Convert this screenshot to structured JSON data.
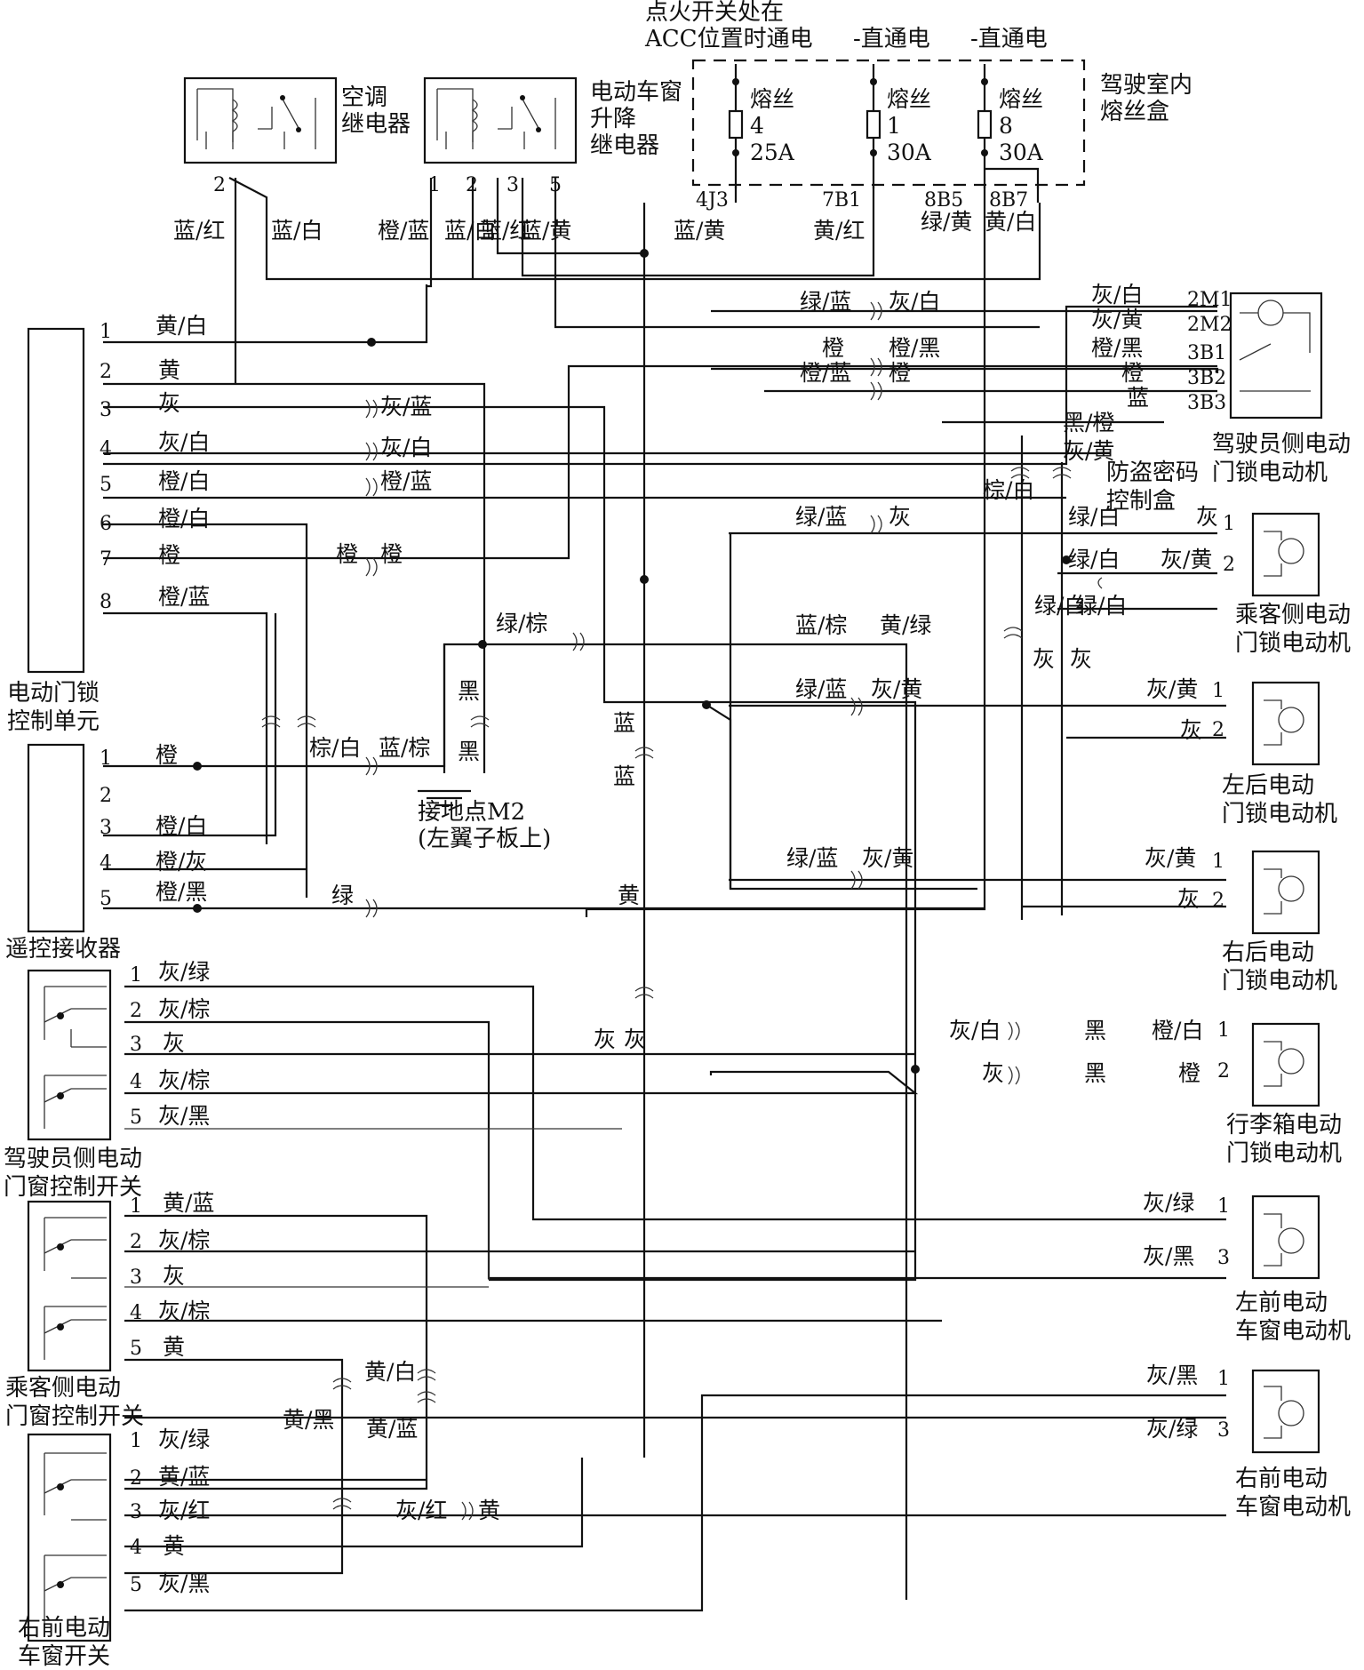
{
  "components": {
    "ac_relay": "空调\n继电器",
    "window_relay": "电动车窗\n升降\n继电器",
    "fusebox": "驾驶室内\n熔丝盒",
    "acc_power": "点火开关处在\nACC位置时通电",
    "direct1": "直通电",
    "direct2": "直通电",
    "lock_ecu": "电动门锁\n控制单元",
    "remote_rx": "遥控接收器",
    "ground": "接地点M2\n(左翼子板上)",
    "driver_lock_motor": "驾驶员侧电动\n门锁电动机",
    "antitheft": "防盗密码\n控制盒",
    "passenger_lock_motor": "乘客侧电动\n门锁电动机",
    "rl_lock_motor": "左后电动\n门锁电动机",
    "rr_lock_motor": "右后电动\n门锁电动机",
    "trunk_lock_motor": "行李箱电动\n门锁电动机",
    "lf_window_motor": "左前电动\n车窗电动机",
    "rf_window_motor": "右前电动\n车窗电动机",
    "driver_window_switch": "驾驶员侧电动\n门窗控制开关",
    "passenger_window_switch": "乘客侧电动\n门窗控制开关",
    "rf_window_switch": "右前电动\n车窗开关"
  },
  "fuses": [
    {
      "name": "熔丝",
      "num": "4",
      "rating": "25A"
    },
    {
      "name": "熔丝",
      "num": "1",
      "rating": "30A"
    },
    {
      "name": "熔丝",
      "num": "8",
      "rating": "30A"
    }
  ],
  "fuse_terminals": [
    "4J3",
    "7B1",
    "8B5",
    "8B7"
  ],
  "relay_pins": {
    "ac": [
      "2"
    ],
    "window": [
      "1",
      "2",
      "3",
      "5"
    ]
  },
  "ecu_pins": [
    "1",
    "2",
    "3",
    "4",
    "5",
    "6",
    "7",
    "8"
  ],
  "remote_pins": [
    "1",
    "2",
    "3",
    "4",
    "5"
  ],
  "switch_pins": [
    "1",
    "2",
    "3",
    "4",
    "5"
  ],
  "motor_pins": {
    "driver_lock": [
      "2M1",
      "2M2",
      "3B1",
      "3B2",
      "3B3"
    ],
    "passenger_lock": [
      "1",
      "2"
    ],
    "rl_lock": [
      "1",
      "2"
    ],
    "rr_lock": [
      "1",
      "2"
    ],
    "trunk": [
      "1",
      "2"
    ],
    "lf_window": [
      "1",
      "3"
    ],
    "rf_window": [
      "1",
      "3"
    ]
  },
  "wire_labels": [
    "蓝/红",
    "蓝/白",
    "橙/蓝",
    "蓝/白",
    "蓝/红",
    "蓝/黄",
    "蓝/黄",
    "黄/红",
    "绿/黄",
    "黄/白",
    "黄/白",
    "黄",
    "灰",
    "灰/白",
    "橙/白",
    "橙/白",
    "橙",
    "橙/蓝",
    "灰/蓝",
    "灰/白",
    "橙/蓝",
    "橙",
    "橙",
    "绿/蓝",
    "灰/白",
    "橙",
    "橙/黑",
    "橙/蓝",
    "橙",
    "灰/白",
    "灰/黄",
    "橙/黑",
    "橙",
    "蓝",
    "黑/橙",
    "灰/黄",
    "棕/白",
    "绿/蓝",
    "灰",
    "绿/白",
    "灰",
    "绿/白",
    "灰/黄",
    "绿/白",
    "绿/白",
    "灰",
    "灰",
    "绿/棕",
    "蓝/棕",
    "黄/绿",
    "绿/蓝",
    "灰/黄",
    "灰/黄",
    "灰",
    "黑",
    "黑",
    "蓝",
    "蓝",
    "橙",
    "橙/白",
    "橙/灰",
    "橙/黑",
    "棕/白",
    "蓝/棕",
    "绿",
    "黄",
    "绿/蓝",
    "灰/黄",
    "灰/黄",
    "灰",
    "灰/绿",
    "灰/棕",
    "灰",
    "灰/棕",
    "灰/黑",
    "灰",
    "灰",
    "灰/白",
    "黑",
    "橙/白",
    "灰",
    "黑",
    "橙",
    "黄/蓝",
    "灰/棕",
    "灰",
    "灰/棕",
    "黄",
    "灰/绿",
    "灰/黑",
    "黄/白",
    "黄/黑",
    "黄/蓝",
    "灰/绿",
    "黄/蓝",
    "灰/红",
    "黄",
    "灰/黑",
    "灰/红",
    "黄",
    "灰/黑",
    "灰/绿"
  ]
}
